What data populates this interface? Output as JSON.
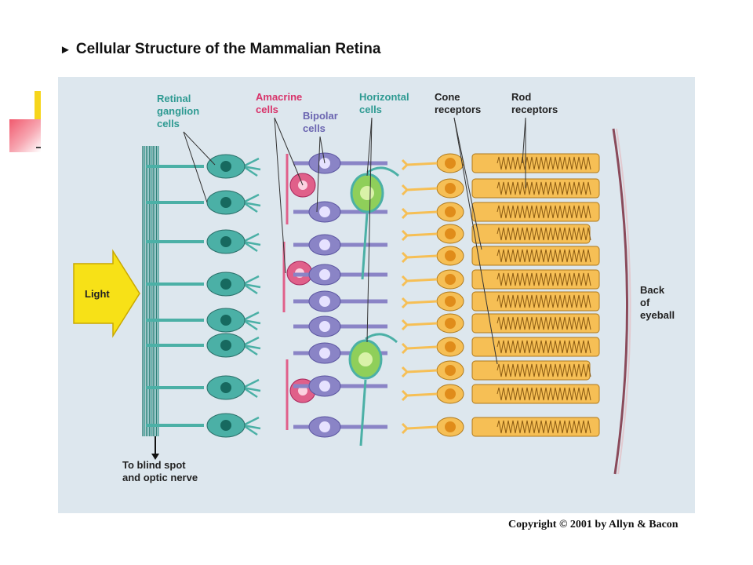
{
  "title": "Cellular Structure of the Mammalian Retina",
  "labels": {
    "ganglion": [
      "Retinal",
      "ganglion",
      "cells"
    ],
    "amacrine": [
      "Amacrine",
      "cells"
    ],
    "bipolar": [
      "Bipolar",
      "cells"
    ],
    "horizontal": [
      "Horizontal",
      "cells"
    ],
    "cone": [
      "Cone",
      "receptors"
    ],
    "rod": [
      "Rod",
      "receptors"
    ],
    "light": "Light",
    "back": [
      "Back",
      "of",
      "eyeball"
    ],
    "blind": [
      "To blind spot",
      "and optic nerve"
    ]
  },
  "copyright": "Copyright © 2001 by Allyn & Bacon",
  "colors": {
    "panel": "#dde7ee",
    "ganglion": "#4bb0a6",
    "amacrine": "#e0608a",
    "bipolar": "#8a84c6",
    "horizontal": "#8fcf5a",
    "receptor": "#f6bf55",
    "light": "#f7e117",
    "back": "#8a4a5a"
  }
}
